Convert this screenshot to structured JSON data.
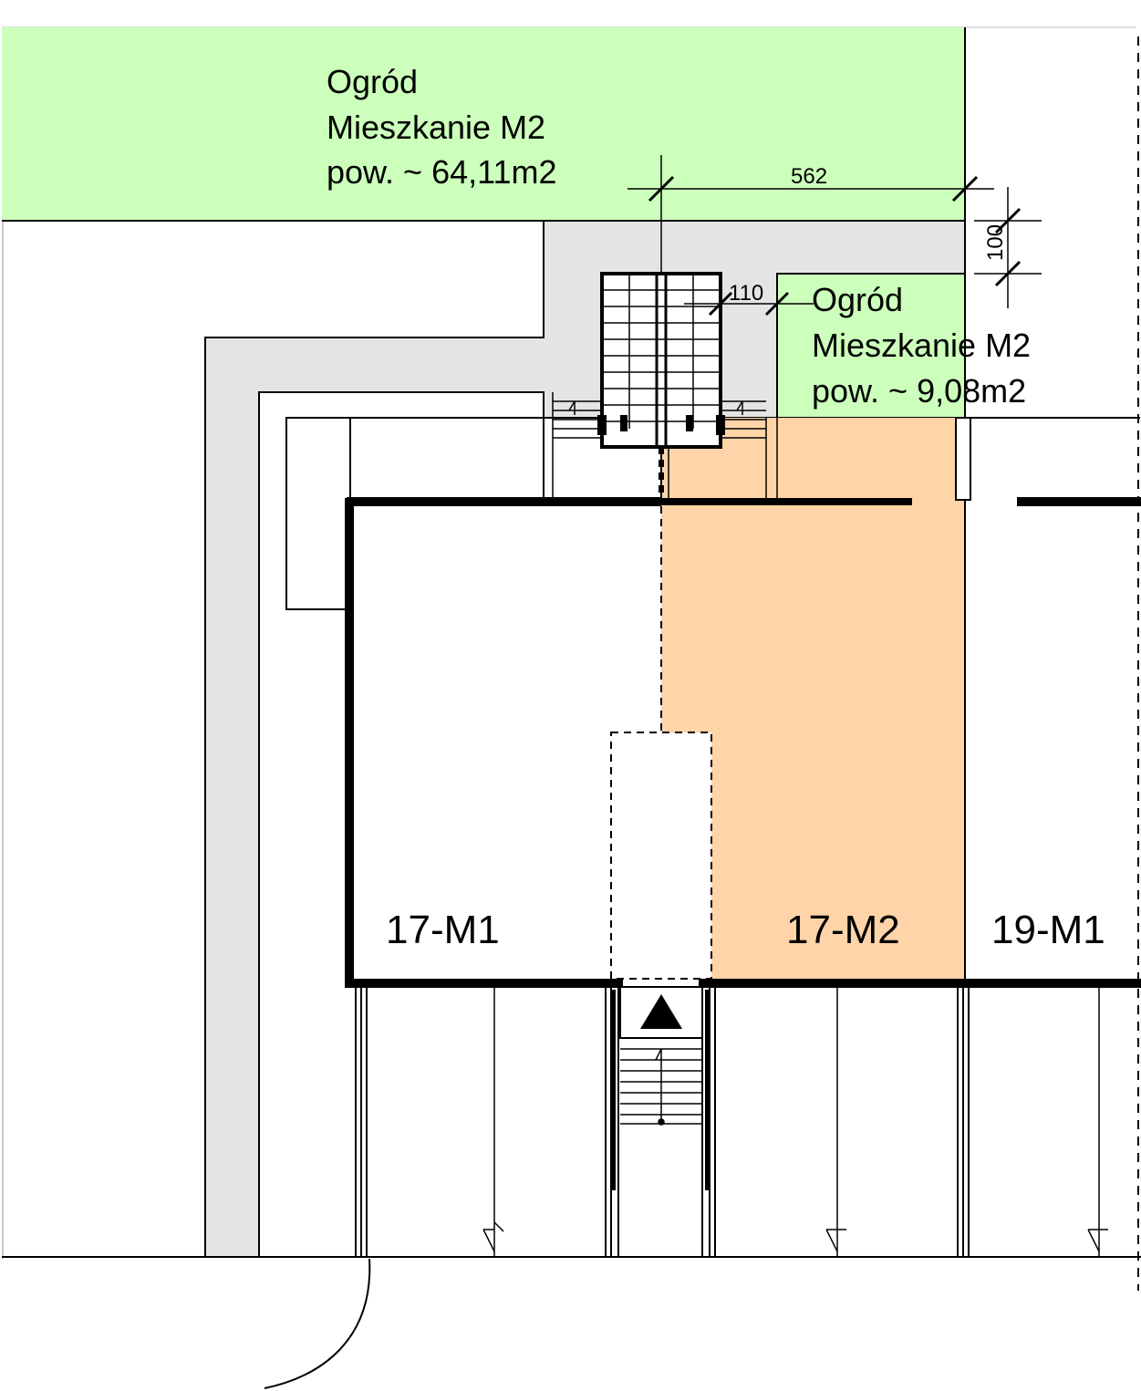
{
  "colors": {
    "garden_green": "#ccffbb",
    "unit_orange": "#ffd4a8",
    "path_gray": "#e4e4e4",
    "line": "#000000"
  },
  "gardens": {
    "large": {
      "title": "Ogród",
      "unit": "Mieszkanie M2",
      "area": "pow. ~ 64,11m2"
    },
    "small": {
      "title": "Ogród",
      "unit": "Mieszkanie M2",
      "area": "pow. ~ 9,08m2"
    }
  },
  "dimensions": {
    "width": "562",
    "offset_vertical": "100",
    "offset_small": "110"
  },
  "units": {
    "left": "17-M1",
    "middle": "17-M2",
    "right": "19-M1"
  },
  "icons": {
    "entrance": "triangle-up-icon"
  }
}
